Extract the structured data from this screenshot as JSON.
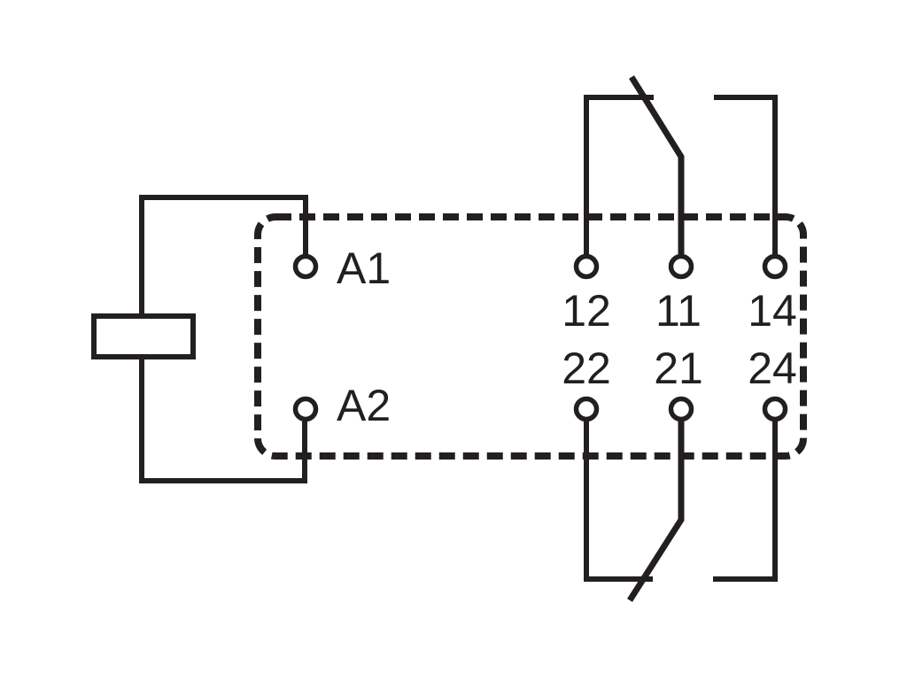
{
  "schematic": {
    "kind": "relay-wiring-diagram",
    "colors": {
      "line": "#231f20",
      "background": "#ffffff"
    },
    "coil_terminals": {
      "a1": "A1",
      "a2": "A2"
    },
    "contact_terminals": {
      "t12": "12",
      "t11": "11",
      "t14": "14",
      "t22": "22",
      "t21": "21",
      "t24": "24"
    }
  }
}
